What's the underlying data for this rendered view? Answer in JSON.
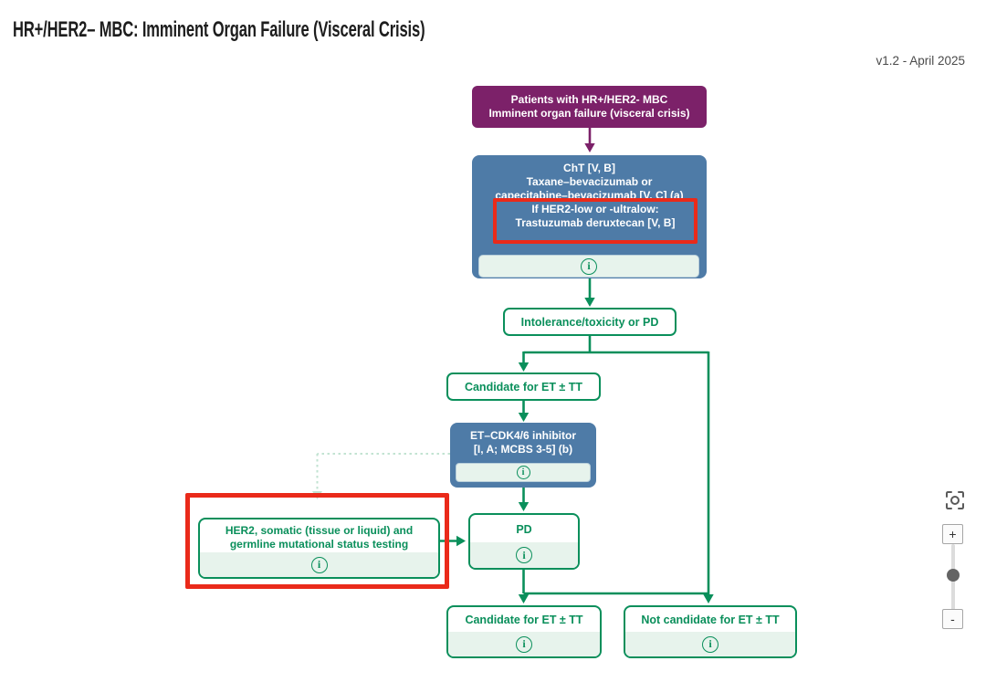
{
  "page": {
    "title": "HR+/HER2– MBC: Imminent Organ Failure (Visceral Crisis)",
    "version": "v1.2 - April 2025"
  },
  "colors": {
    "purple": "#7c2169",
    "blue": "#4e7ba7",
    "green": "#0a8f5b",
    "pale_green_info": "#e7f3ec",
    "red_highlight": "#ea2a1a",
    "dotted_connector": "#c2e3d2"
  },
  "flowchart": {
    "patients_box": {
      "line1": "Patients with HR+/HER2- MBC",
      "line2": "Imminent organ failure (visceral crisis)"
    },
    "cht_box": {
      "line1": "ChT [V, B]",
      "line2": "Taxane–bevacizumab or",
      "line3": "capecitabine–bevacizumab [V, C] (a)",
      "highlight_line1": "If HER2-low or -ultralow:",
      "highlight_line2": "Trastuzumab deruxtecan [V, B]"
    },
    "intolerance_box": {
      "label": "Intolerance/toxicity or PD"
    },
    "candidate_box": {
      "label": "Candidate for ET ± TT"
    },
    "et_cdk_box": {
      "line1": "ET–CDK4/6 inhibitor",
      "line2": "[I, A; MCBS 3-5] (b)"
    },
    "her2_testing_box": {
      "line1": "HER2, somatic (tissue or liquid) and",
      "line2": "germline mutational status testing"
    },
    "pd_box": {
      "label": "PD"
    },
    "outcomes": [
      {
        "label": "Candidate for ET ± TT"
      },
      {
        "label": "Not candidate for ET ± TT"
      }
    ]
  },
  "icons": {
    "info_glyph": "i"
  },
  "controls": {
    "zoom_in": "+",
    "zoom_out": "-"
  }
}
